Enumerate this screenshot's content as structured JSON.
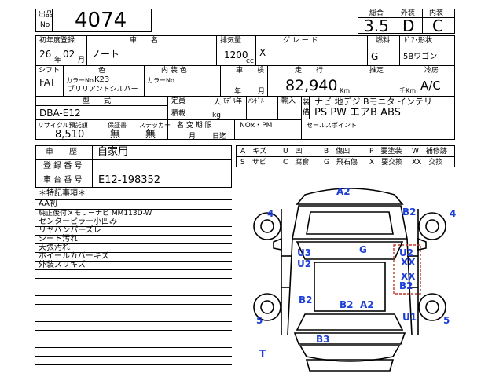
{
  "header": {
    "lot_label_top": "出品",
    "lot_label_bottom": "No",
    "lot_no": "4074",
    "score_label": "総合",
    "score": "3.5",
    "exterior_label": "外装",
    "exterior": "D",
    "interior_label": "内装",
    "interior": "C"
  },
  "row1": {
    "first_reg_label": "初年度登録",
    "car_name_label": "車　　名",
    "displacement_label": "排気量",
    "grade_label": "グ レ ー ド",
    "fuel_label": "燃料",
    "door_shape_label": "ﾄﾞｱ･形状",
    "year": "26",
    "month": "02",
    "year_unit": "年",
    "month_unit": "月",
    "car_name": "ノート",
    "displacement": "1200",
    "cc_unit": "cc",
    "grade": "X",
    "fuel": "G",
    "door_shape": "5Bワゴン"
  },
  "row2": {
    "shift_label": "シフト",
    "color_label": "色",
    "interior_color_label": "内 装 色",
    "inspection_label": "車　　検",
    "mileage_label": "走　　行",
    "hand_label": "推定",
    "ac_label": "冷房",
    "shift": "FAT",
    "color_no_label": "カラーNo",
    "color_no": "K23",
    "color_name": "ブリリアントシルバー",
    "int_color_no_label": "カラーNo",
    "insp_year_unit": "年",
    "insp_month_unit": "月",
    "mileage": "82,940",
    "km_unit": "Km",
    "thousand_km_unit": "千Km",
    "ac": "A/C"
  },
  "row3": {
    "model_label": "型　　式",
    "capacity_label": "定員",
    "person_unit": "人",
    "load_label": "積載",
    "kg_unit": "kg",
    "model_hand_label": "ﾓﾃﾞﾙ年",
    "steering_label": "ﾊﾝﾄﾞﾙ",
    "import_label": "輸入",
    "equip_label_1": "装",
    "equip_label_2": "備",
    "model": "DBA-E12",
    "equipment_line1": "ナビ 地デジ Bモニタ インテリ",
    "equipment_line2": "PS PW エアB ABS"
  },
  "row4": {
    "recycle_label": "リサイクル預託額",
    "warranty_label": "保証書",
    "sticker_label": "ステッカー",
    "name_change_label": "名 変 期 限",
    "nox_label": "NOx・PM",
    "sales_point_label": "セールスポイント",
    "recycle_value": "8,510",
    "warranty_value": "無",
    "sticker_value": "無",
    "deadline_month_unit": "月",
    "deadline_day_unit": "日迄"
  },
  "history": {
    "history_label": "車　　歴",
    "history_value": "自家用",
    "reg_no_label": "登 録 番 号",
    "vin_label": "車 台 番 号",
    "vin_value": "E12-198352"
  },
  "legend": [
    {
      "code": "A",
      "text": "キズ"
    },
    {
      "code": "U",
      "text": "凹"
    },
    {
      "code": "B",
      "text": "傷凹"
    },
    {
      "code": "P",
      "text": "要塗装"
    },
    {
      "code": "W",
      "text": "補修跡"
    },
    {
      "code": "S",
      "text": "サビ"
    },
    {
      "code": "C",
      "text": "腐食"
    },
    {
      "code": "G",
      "text": "飛石傷"
    },
    {
      "code": "X",
      "text": "要交換"
    },
    {
      "code": "XX",
      "text": "交換"
    }
  ],
  "notes": {
    "heading": "＊特記事項＊",
    "lines": [
      "AA初",
      "純正後付メモリーナビ MM113D-W",
      "センターピラー小凹み",
      "リヤバンパーズレ",
      "シート汚れ",
      "天張汚れ",
      "ホイールカバーキズ",
      "外装スリキズ"
    ]
  },
  "diagram_marks": {
    "a2_top": "A2",
    "four_left": "4",
    "four_right": "4",
    "b2_right_front": "B2",
    "u3": "U3",
    "u2_left": "U2",
    "g_roof": "G",
    "u2_right": "U2",
    "xx_right_1": "XX",
    "xx_right_2": "XX",
    "b2_right_rear": "B2",
    "b2_left_rear": "B2",
    "b2_rear": "B2",
    "a2_rear": "A2",
    "u1": "U1",
    "five_left": "5",
    "five_right": "5",
    "b3": "B3",
    "t_mark": "T"
  },
  "colors": {
    "mark_blue": "#1d3fd6",
    "replace_red": "#c0392b"
  }
}
